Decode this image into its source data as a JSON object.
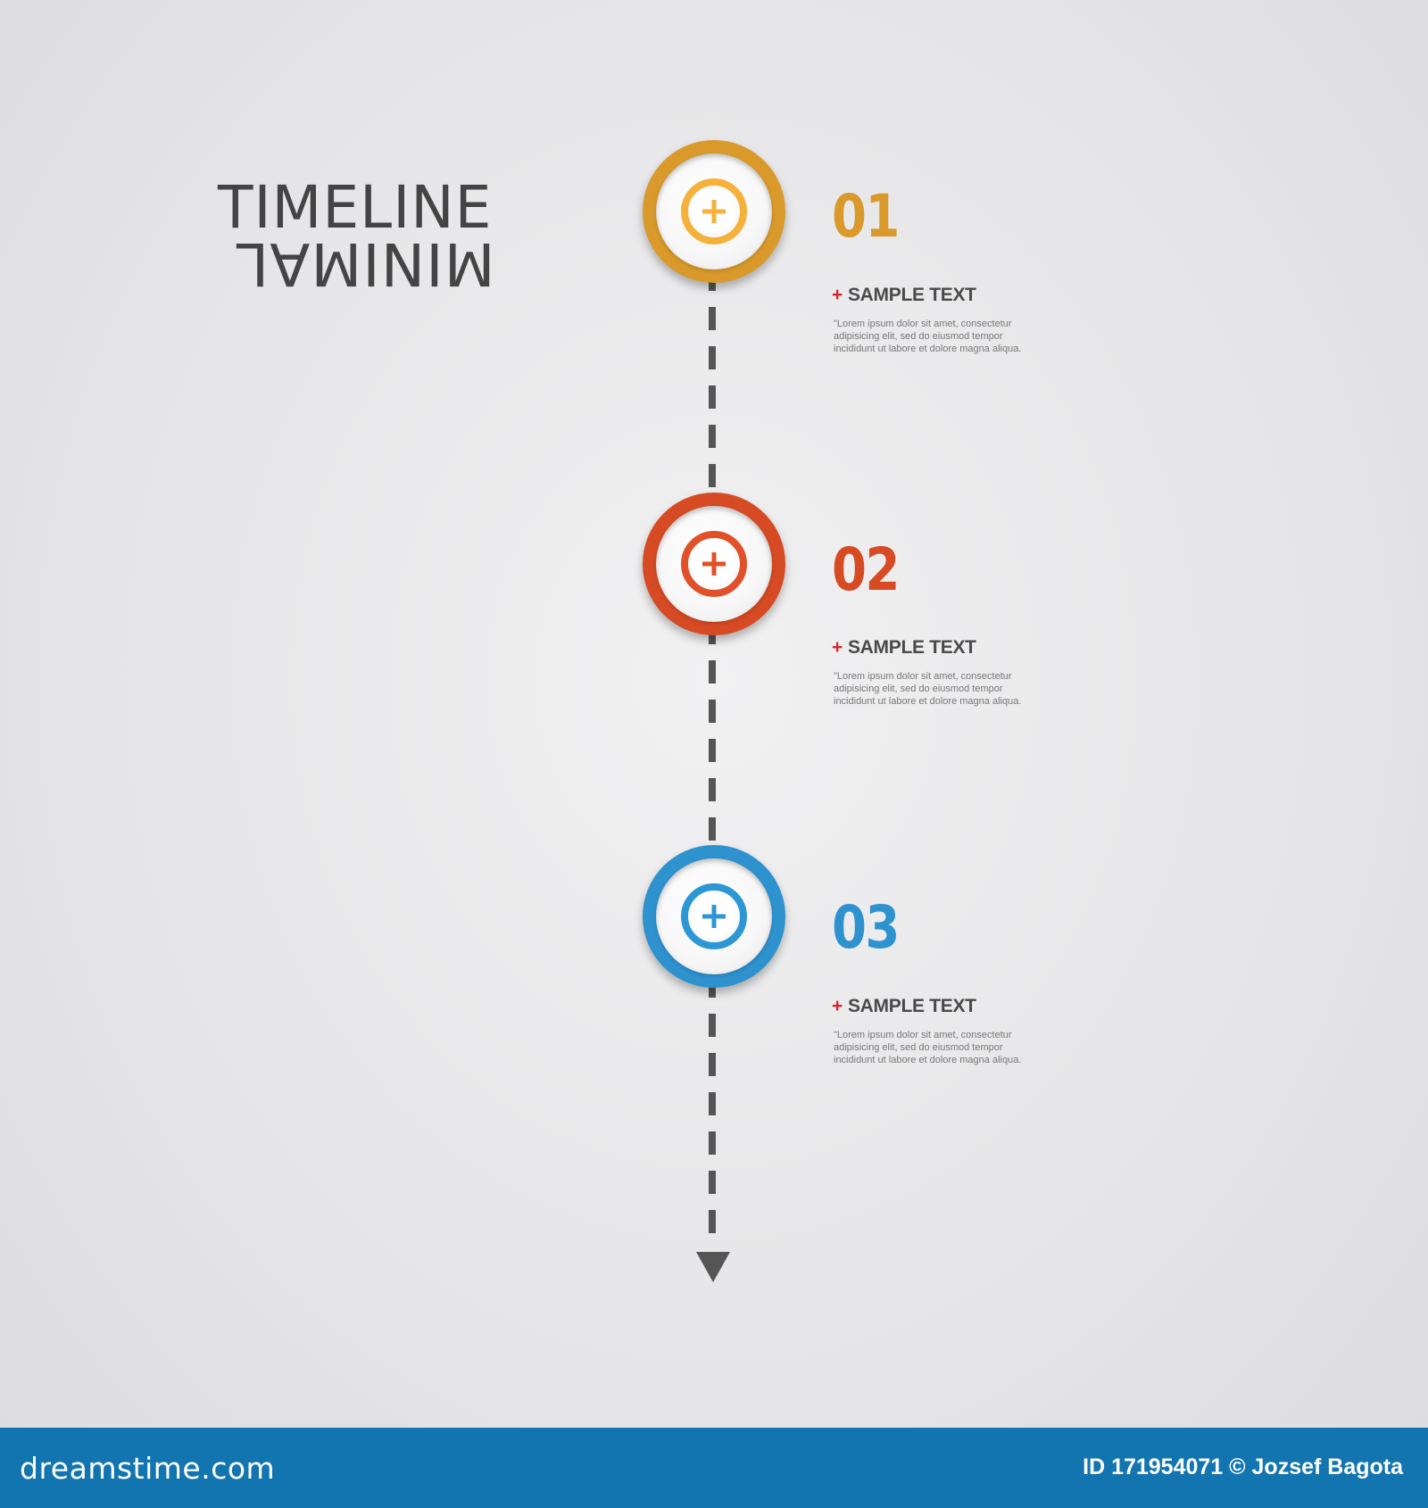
{
  "title": {
    "line1": "TIMELINE",
    "line2": "MINIMAL"
  },
  "steps": [
    {
      "number": "01",
      "color": "#d99a2b",
      "inner_color": "#f5b13a",
      "heading_prefix": "+",
      "heading": "SAMPLE TEXT",
      "body_lines": [
        "\"Lorem ipsum dolor sit amet, consectetur",
        "adipisicing elit, sed do eiusmod tempor",
        "incididunt ut labore et dolore magna aliqua."
      ],
      "icon": "plus-icon"
    },
    {
      "number": "02",
      "color": "#d64a24",
      "inner_color": "#e0512a",
      "heading_prefix": "+",
      "heading": "SAMPLE TEXT",
      "body_lines": [
        "\"Lorem ipsum dolor sit amet, consectetur",
        "adipisicing elit, sed do eiusmod tempor",
        "incididunt ut labore et dolore magna aliqua."
      ],
      "icon": "plus-icon"
    },
    {
      "number": "03",
      "color": "#2e92cf",
      "inner_color": "#2d97d6",
      "heading_prefix": "+",
      "heading": "SAMPLE TEXT",
      "body_lines": [
        "\"Lorem ipsum dolor sit amet, consectetur",
        "adipisicing elit, sed do eiusmod tempor",
        "incididunt ut labore et dolore magna aliqua."
      ],
      "icon": "plus-icon"
    }
  ],
  "line_color": "#555555",
  "footer": {
    "brand": "dreamstime.com",
    "credit": "ID 171954071 © Jozsef Bagota",
    "background": "#1375b0"
  }
}
